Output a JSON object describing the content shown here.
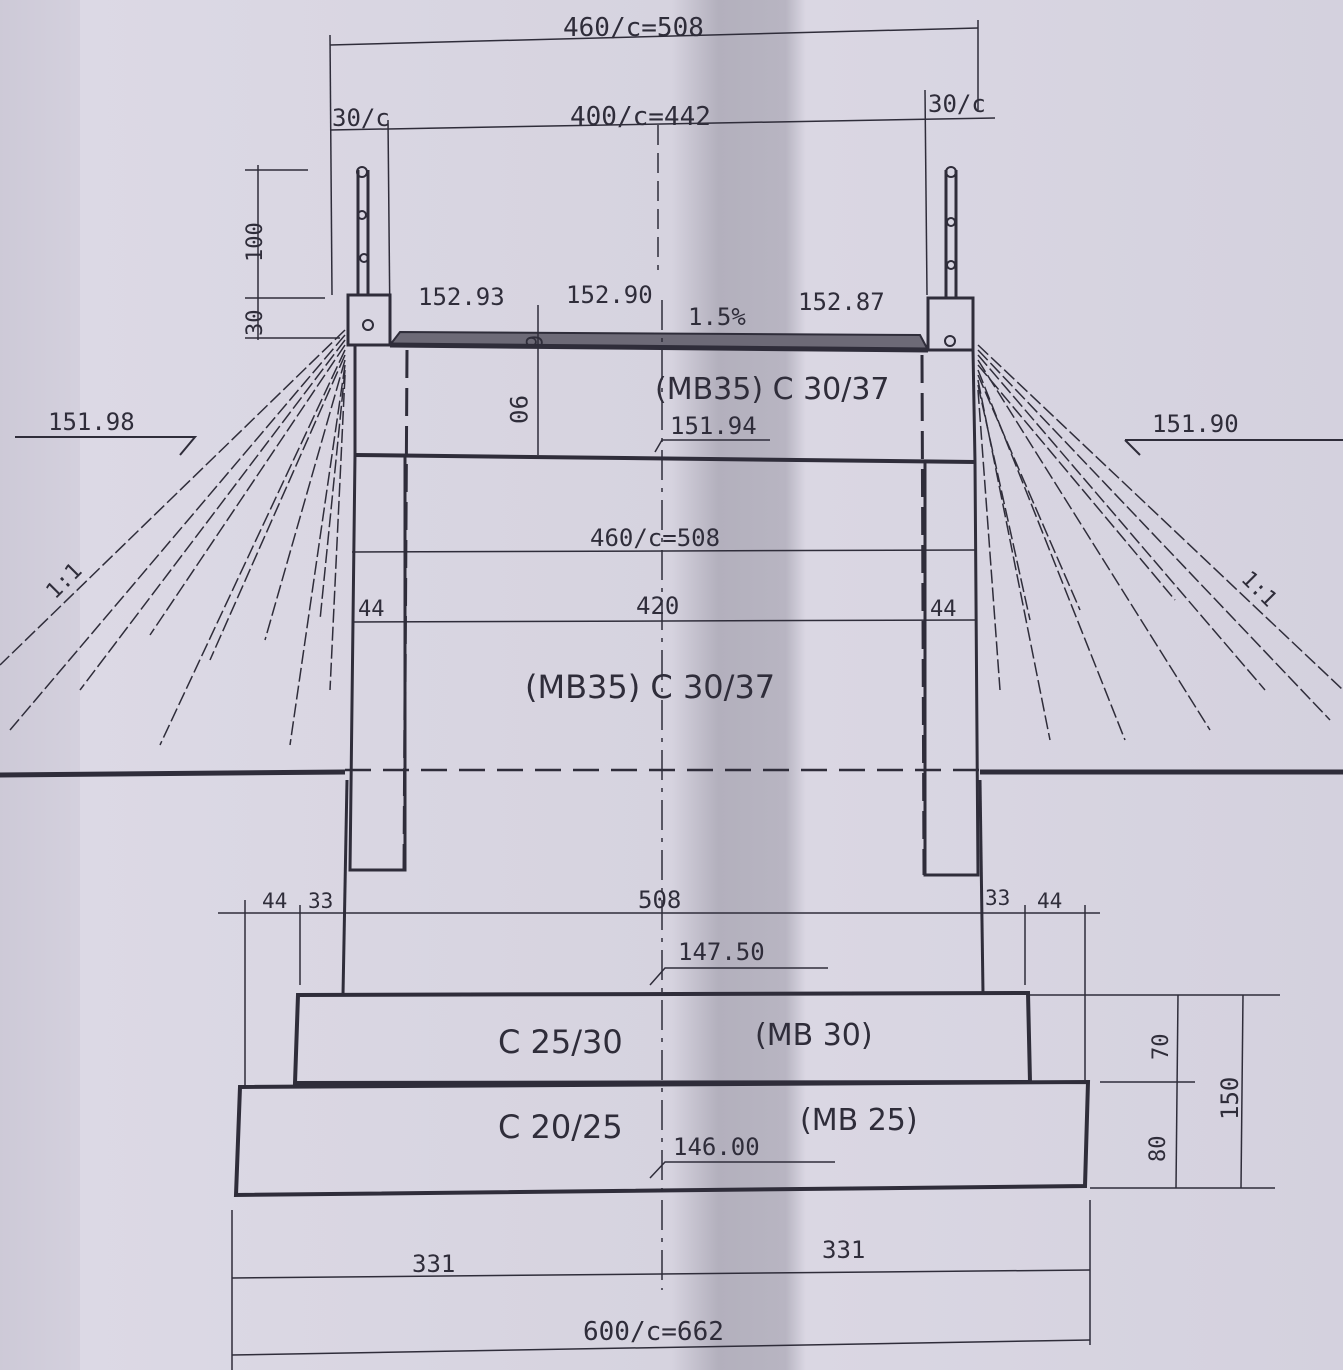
{
  "dimensions": {
    "overall_top": "460/c=508",
    "curb_left": "30/c",
    "curb_right": "30/c",
    "deck_width": "400/c=442",
    "railing_height": "100",
    "curb_height": "30",
    "slab_thickness": "6",
    "beam_depth": "90",
    "inner_width": "460/c=508",
    "clear_span": "420",
    "wall_left": "44",
    "wall_right": "44",
    "footing_left_a": "44",
    "footing_left_b": "33",
    "footing_width": "508",
    "footing_right_a": "33",
    "footing_right_b": "44",
    "upper_footing_h": "70",
    "lower_footing_h": "80",
    "footing_total_h": "150",
    "base_left": "331",
    "base_right": "331",
    "base_total": "600/c=662"
  },
  "levels": {
    "deck_left": "152.93",
    "deck_center": "152.90",
    "deck_right": "152.87",
    "crossfall": "1.5%",
    "soffit": "151.94",
    "ground_left": "151.98",
    "ground_right": "151.90",
    "upper_footing_top": "147.50",
    "lower_footing_top": "146.00"
  },
  "materials": {
    "superstructure": "(MB35) C 30/37",
    "abutment": "(MB35) C 30/37",
    "upper_footing_grade": "C 25/30",
    "upper_footing_mb": "(MB 30)",
    "lower_footing_grade": "C 20/25",
    "lower_footing_mb": "(MB 25)"
  },
  "slopes": {
    "left": "1:1",
    "right": "1:1"
  }
}
